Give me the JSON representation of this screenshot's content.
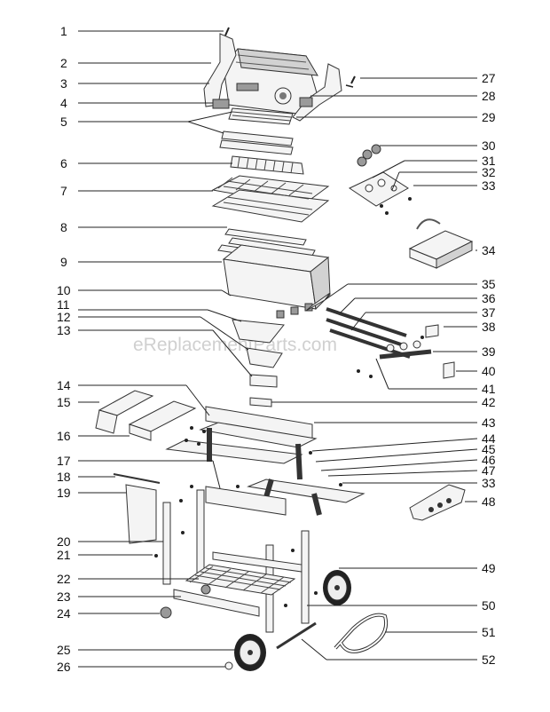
{
  "watermark": "eReplacementParts.com",
  "callouts_left": [
    "1",
    "2",
    "3",
    "4",
    "5",
    "6",
    "7",
    "8",
    "9",
    "10",
    "11",
    "12",
    "13",
    "14",
    "15",
    "16",
    "17",
    "18",
    "19",
    "20",
    "21",
    "22",
    "23",
    "24",
    "25",
    "26"
  ],
  "callouts_right": [
    "27",
    "28",
    "29",
    "30",
    "31",
    "32",
    "33",
    "34",
    "35",
    "36",
    "37",
    "38",
    "39",
    "40",
    "41",
    "42",
    "43",
    "44",
    "45",
    "46",
    "47",
    "33",
    "48",
    "49",
    "50",
    "51",
    "52"
  ]
}
